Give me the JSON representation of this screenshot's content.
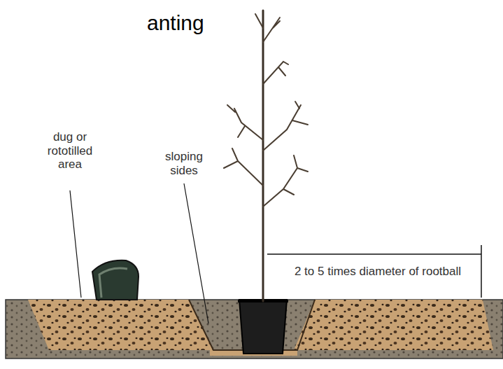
{
  "diagram": {
    "title": "anting",
    "labels": [
      "dug or rototilled area",
      "sloping sides",
      "2 to 5 times diameter of rootball"
    ]
  }
}
